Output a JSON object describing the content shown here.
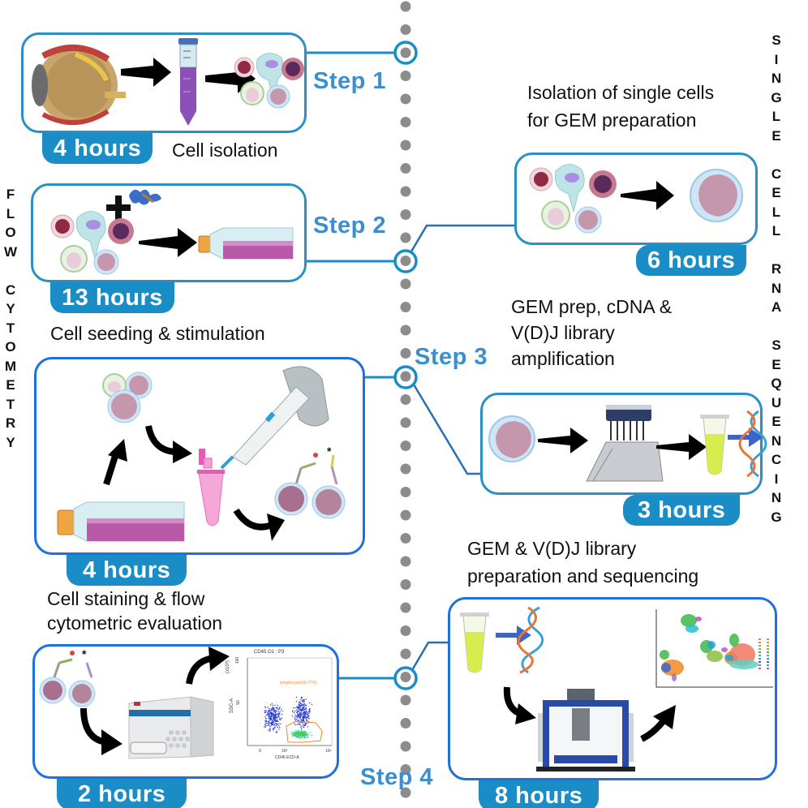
{
  "side_labels": {
    "left": "FLOW CYTOMETRY",
    "right": "SINGLE CELL RNA SEQUENCING"
  },
  "colors": {
    "accent": "#1a8cc6",
    "box_border": "#2c8fc4",
    "box_border_alt": "#1f6fe0",
    "step_text": "#3a8fd0",
    "timeline_dot": "#8c8c8c",
    "connector": "#2a6fb0"
  },
  "steps": [
    {
      "label": "Step 1"
    },
    {
      "label": "Step 2"
    },
    {
      "label": "Step 3"
    },
    {
      "label": "Step 4"
    }
  ],
  "flow_cytometry": [
    {
      "duration": "4 hours",
      "caption": "Cell isolation",
      "icons": [
        "eye-icon",
        "arrow-right-icon",
        "centrifuge-tube-icon",
        "arrow-right-icon",
        "mixed-cells-icon"
      ]
    },
    {
      "duration": "13 hours",
      "caption": "Cell seeding & stimulation",
      "icons": [
        "mixed-cells-icon",
        "plus-icon",
        "protein-icon",
        "arrow-right-icon",
        "culture-flask-icon"
      ]
    },
    {
      "duration": "4 hours",
      "caption_lines": [
        "Cell staining & flow",
        "cytometric evaluation"
      ],
      "icons": [
        "culture-flask-icon",
        "curved-arrow-icon",
        "cells-icon",
        "curved-arrow-icon",
        "pipette-icon",
        "eppendorf-tube-icon",
        "curved-arrow-icon",
        "stained-cells-icon"
      ]
    },
    {
      "duration": "2 hours",
      "icons": [
        "stained-cells-icon",
        "curved-arrow-icon",
        "flow-cytometer-icon",
        "curved-arrow-icon",
        "scatter-plot-icon"
      ],
      "plot": {
        "title": "CD45 O1 : P3",
        "x_label": "CD45 ECD-A",
        "y_label": "SSC-A",
        "y_unit": "(x10³)",
        "y_ticks": [
          "100",
          "50"
        ],
        "x_ticks": [
          "0",
          "10³",
          "10⁶"
        ],
        "gate_label": "lymphocyte(59.77%)"
      }
    }
  ],
  "scrna_seq": [
    {
      "caption_lines": [
        "Isolation of single cells",
        "for GEM preparation"
      ],
      "duration": "6 hours",
      "icons": [
        "mixed-cells-icon",
        "arrow-right-icon",
        "single-cell-icon"
      ]
    },
    {
      "caption_lines": [
        "GEM prep, cDNA &",
        "V(D)J library",
        "amplification"
      ],
      "duration": "3 hours",
      "icons": [
        "single-cell-icon",
        "arrow-right-icon",
        "multichannel-pipette-icon",
        "arrow-right-icon",
        "pcr-tube-icon",
        "arrow-right-icon",
        "dna-helix-icon"
      ]
    },
    {
      "caption_lines": [
        "GEM & V(D)J library",
        "preparation and sequencing"
      ],
      "duration": "8 hours",
      "icons": [
        "pcr-tube-icon",
        "arrow-right-icon",
        "dna-helix-icon",
        "curved-arrow-icon",
        "sequencer-icon",
        "curved-arrow-icon",
        "umap-plot-icon"
      ]
    }
  ]
}
